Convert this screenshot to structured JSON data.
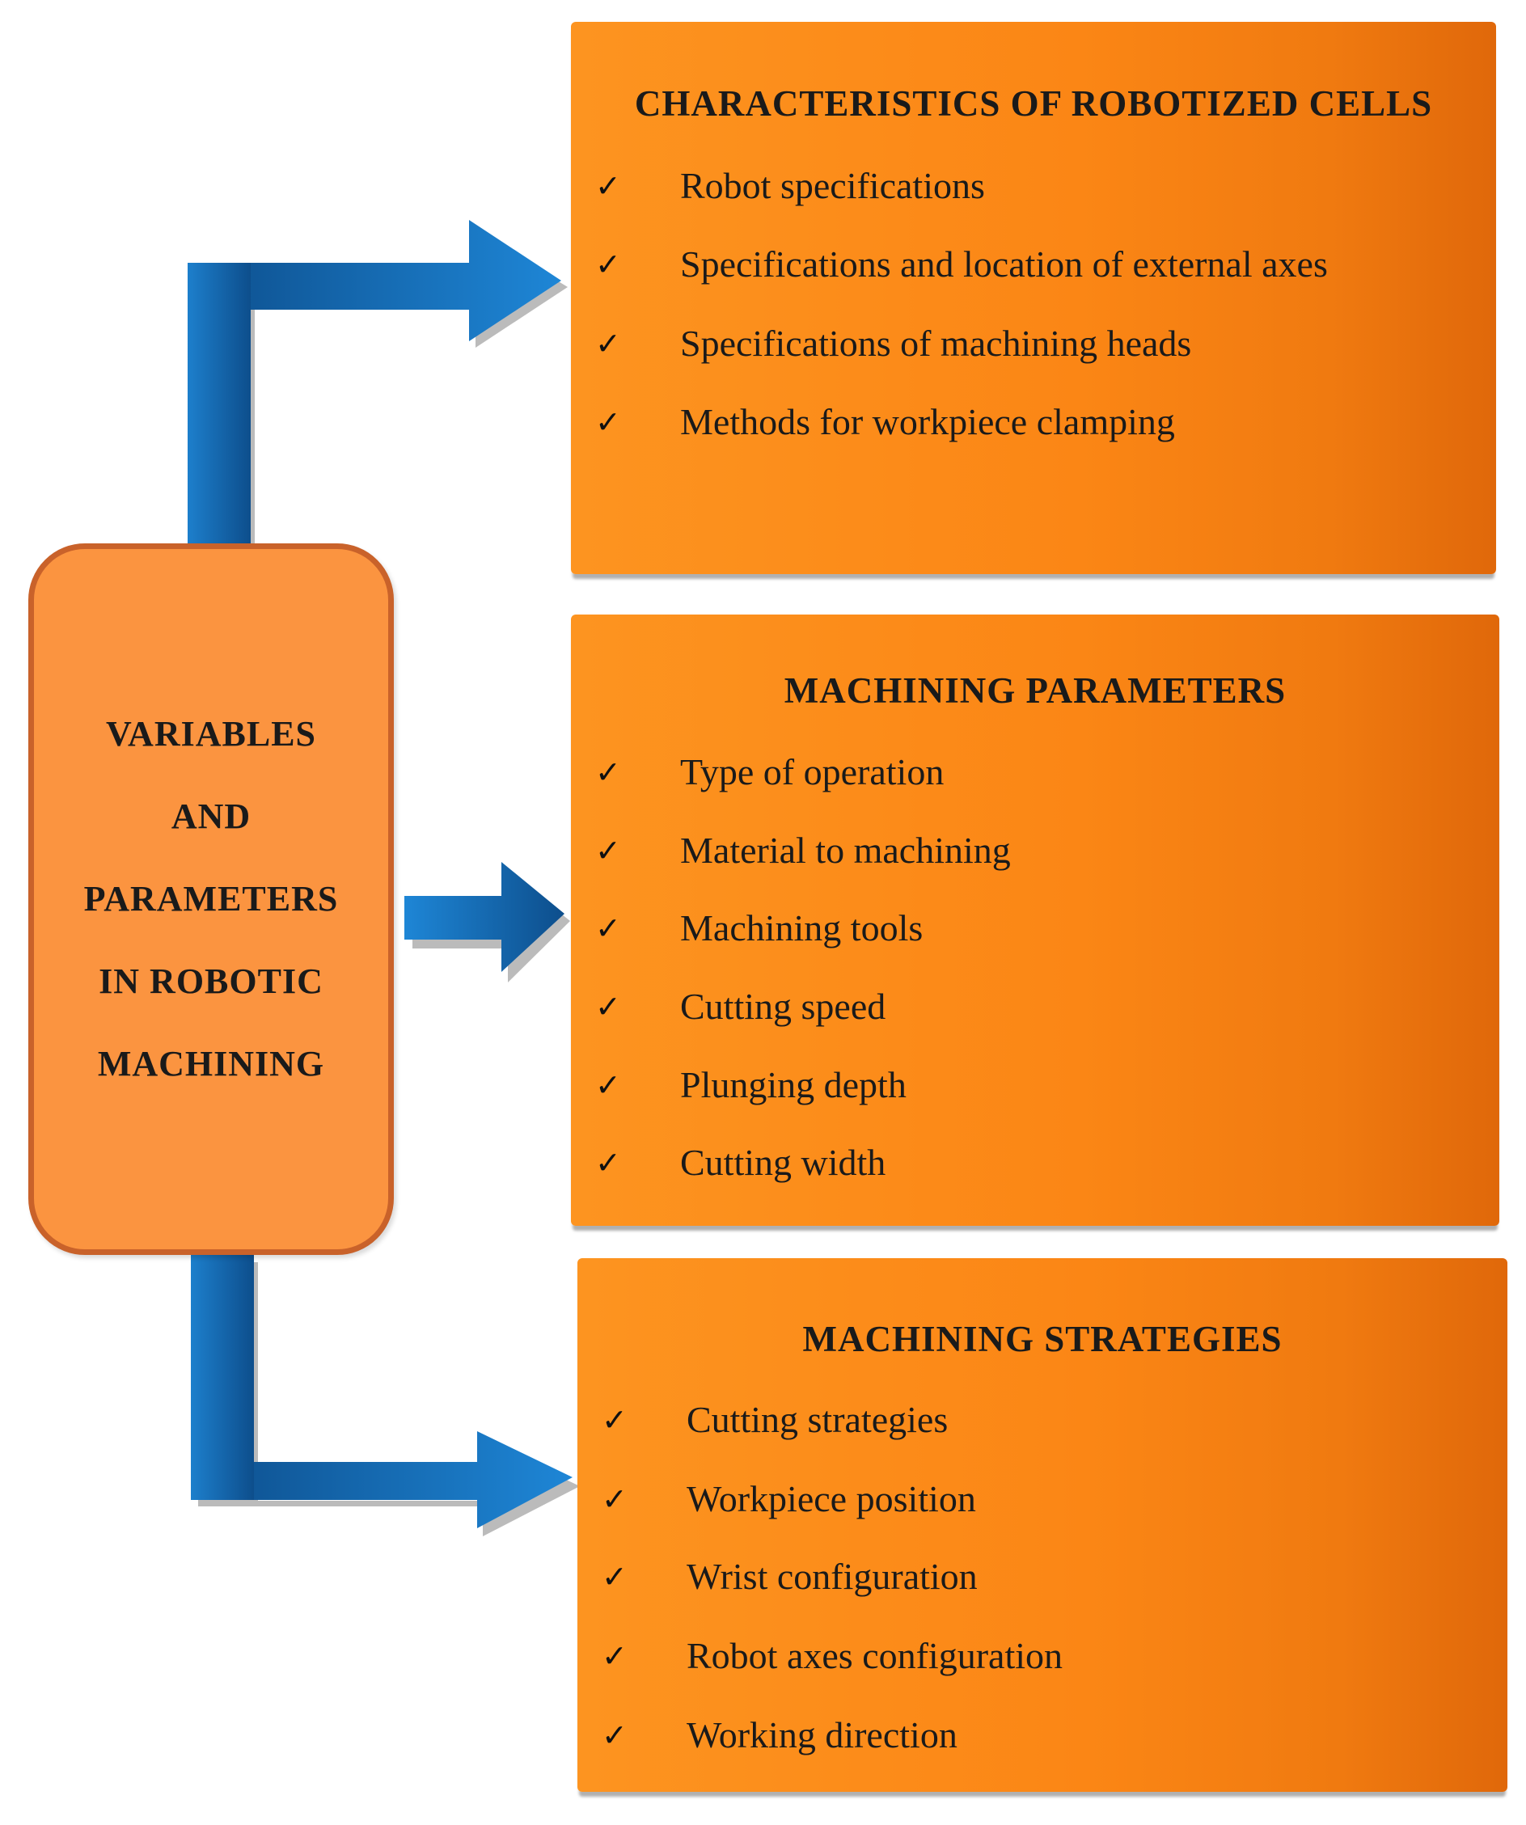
{
  "center": {
    "lines": [
      "VARIABLES",
      "AND",
      "PARAMETERS",
      "IN ROBOTIC",
      "MACHINING"
    ]
  },
  "panels": [
    {
      "title": "CHARACTERISTICS OF ROBOTIZED CELLS",
      "items": [
        "Robot specifications",
        "Specifications and location of external axes",
        "Specifications of machining heads",
        "Methods for workpiece clamping"
      ]
    },
    {
      "title": "MACHINING PARAMETERS",
      "items": [
        "Type of operation",
        "Material to machining",
        "Machining tools",
        "Cutting speed",
        "Plunging depth",
        "Cutting width"
      ]
    },
    {
      "title": "MACHINING STRATEGIES",
      "items": [
        "Cutting strategies",
        "Workpiece position",
        "Wrist configuration",
        "Robot axes configuration",
        "Working direction"
      ]
    }
  ],
  "check_glyph": "✓",
  "colors": {
    "center_fill": "#fb9440",
    "center_border": "#c9622a",
    "panel_orange": "#fb8615",
    "arrow_blue": "#1474c4"
  }
}
